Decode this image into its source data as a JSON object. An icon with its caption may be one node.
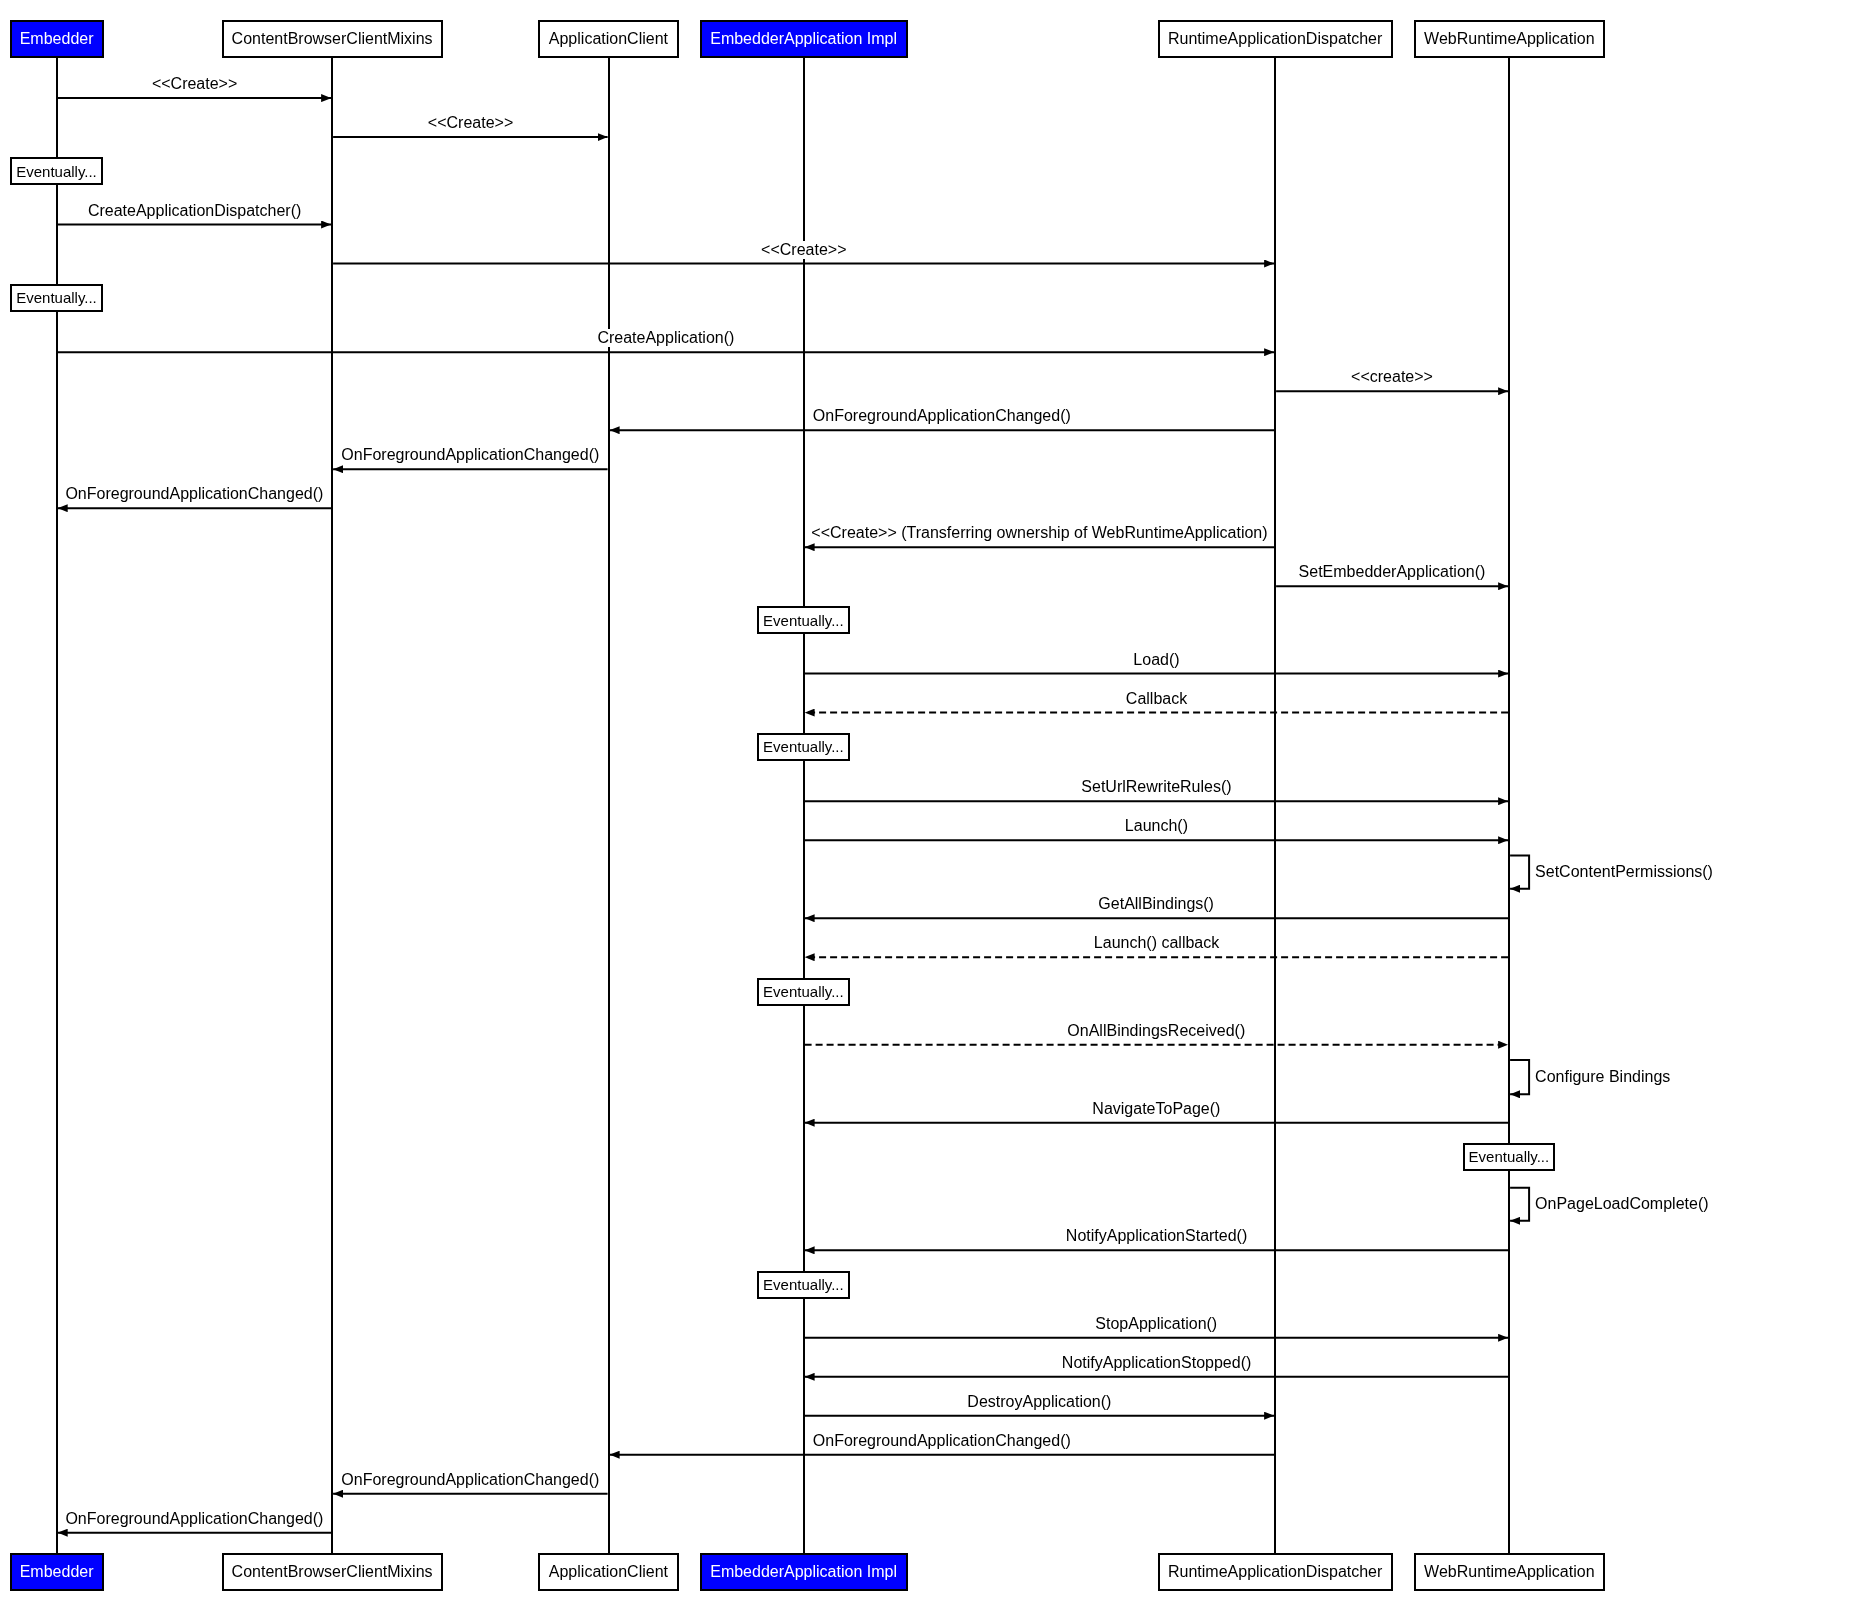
{
  "diagram": {
    "nodes": [
      {
        "text": [
          "Embedder"
        ]
      },
      {
        "text": [
          "ContentBrowserClientMixins"
        ]
      },
      {
        "text": [
          "ApplicationClient"
        ]
      },
      {
        "text": [
          "EmbedderApplication Impl"
        ]
      },
      {
        "text": [
          "RuntimeApplicationDispatcher"
        ]
      },
      {
        "text": [
          "WebRuntimeApplication"
        ]
      },
      {
        "text": [],
        "shape": "line"
      },
      {
        "text": [],
        "shape": "line"
      },
      {
        "text": [],
        "shape": "line"
      },
      {
        "text": [],
        "shape": "line"
      },
      {
        "text": [],
        "shape": "line"
      },
      {
        "text": [],
        "shape": "line"
      },
      {
        "text": [
          "Eventually..."
        ]
      },
      {
        "text": [
          "Eventually..."
        ]
      },
      {
        "text": [
          "Eventually..."
        ]
      },
      {
        "text": [
          "Eventually..."
        ]
      },
      {
        "text": [
          "Eventually..."
        ]
      },
      {
        "text": [
          "Eventually..."
        ]
      },
      {
        "text": [
          "Eventually..."
        ]
      },
      {
        "text": [
          "Embedder"
        ]
      },
      {
        "text": [
          "ContentBrowserClientMixins"
        ]
      },
      {
        "text": [
          "ApplicationClient"
        ]
      },
      {
        "text": [
          "EmbedderApplication Impl"
        ]
      },
      {
        "text": [
          "RuntimeApplicationDispatcher"
        ]
      },
      {
        "text": [
          "WebRuntimeApplication"
        ]
      }
    ],
    "edges": [
      {
        "from": 6,
        "to": 7,
        "arrow": "to",
        "label": "<<Create>>"
      },
      {
        "from": 7,
        "to": 8,
        "arrow": "to",
        "label": "<<Create>>"
      },
      {
        "from": 6,
        "to": 7,
        "arrow": "to",
        "label": "CreateApplicationDispatcher()"
      },
      {
        "from": 7,
        "to": 10,
        "arrow": "to",
        "label": "<<Create>>"
      },
      {
        "from": 6,
        "to": 10,
        "arrow": "to",
        "label": "CreateApplication()"
      },
      {
        "from": 10,
        "to": 11,
        "arrow": "to",
        "label": "<<create>>"
      },
      {
        "from": 10,
        "to": 8,
        "arrow": "to",
        "label": "OnForegroundApplicationChanged()"
      },
      {
        "from": 8,
        "to": 7,
        "arrow": "to",
        "label": "OnForegroundApplicationChanged()"
      },
      {
        "from": 7,
        "to": 6,
        "arrow": "to",
        "label": "OnForegroundApplicationChanged()"
      },
      {
        "from": 10,
        "to": 9,
        "arrow": "to",
        "label": "<<Create>> (Transferring ownership of WebRuntimeApplication)"
      },
      {
        "from": 10,
        "to": 11,
        "arrow": "to",
        "label": "SetEmbedderApplication()"
      },
      {
        "from": 9,
        "to": 11,
        "arrow": "to",
        "label": "Load()"
      },
      {
        "from": 11,
        "to": 9,
        "arrow": "to",
        "label": "Callback",
        "style": "dashed"
      },
      {
        "from": 9,
        "to": 11,
        "arrow": "to",
        "label": "SetUrlRewriteRules()"
      },
      {
        "from": 9,
        "to": 11,
        "arrow": "to",
        "label": "Launch()"
      },
      {
        "from": 11,
        "to": 11,
        "arrow": "to",
        "label": "SetContentPermissions()"
      },
      {
        "from": 11,
        "to": 9,
        "arrow": "to",
        "label": "GetAllBindings()"
      },
      {
        "from": 11,
        "to": 9,
        "arrow": "to",
        "label": "Launch() callback",
        "style": "dashed"
      },
      {
        "from": 9,
        "to": 11,
        "arrow": "to",
        "label": "OnAllBindingsReceived()",
        "style": "dashed"
      },
      {
        "from": 11,
        "to": 11,
        "arrow": "to",
        "label": "Configure Bindings"
      },
      {
        "from": 11,
        "to": 9,
        "arrow": "to",
        "label": "NavigateToPage()"
      },
      {
        "from": 11,
        "to": 11,
        "arrow": "to",
        "label": "OnPageLoadComplete()"
      },
      {
        "from": 11,
        "to": 9,
        "arrow": "to",
        "label": "NotifyApplicationStarted()"
      },
      {
        "from": 9,
        "to": 11,
        "arrow": "to",
        "label": "StopApplication()"
      },
      {
        "from": 11,
        "to": 9,
        "arrow": "to",
        "label": "NotifyApplicationStopped()"
      },
      {
        "from": 9,
        "to": 10,
        "arrow": "to",
        "label": "DestroyApplication()"
      },
      {
        "from": 10,
        "to": 8,
        "arrow": "to",
        "label": "OnForegroundApplicationChanged()"
      },
      {
        "from": 8,
        "to": 7,
        "arrow": "to",
        "label": "OnForegroundApplicationChanged()"
      },
      {
        "from": 7,
        "to": 6,
        "arrow": "to",
        "label": "OnForegroundApplicationChanged()"
      }
    ]
  }
}
